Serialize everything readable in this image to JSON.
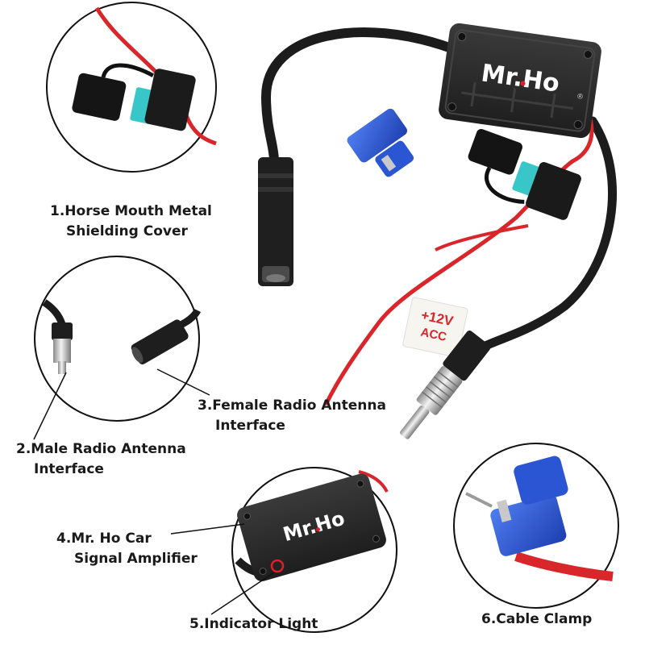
{
  "brand": {
    "logo_text": "Mr.Ho",
    "logo_text_spaced": "Mr. Ho",
    "registered_mark": "®"
  },
  "power_tag": {
    "line1": "+12V",
    "line2": "ACC"
  },
  "callouts": [
    {
      "number": "1",
      "line1": "1.Horse Mouth Metal",
      "line2": "Shielding Cover"
    },
    {
      "number": "2",
      "line1": "2.Male Radio Antenna",
      "line2": "Interface"
    },
    {
      "number": "3",
      "line1": "3.Female Radio Antenna",
      "line2": "Interface"
    },
    {
      "number": "4",
      "line1": "4.Mr. Ho Car",
      "line2": "Signal Amplifier"
    },
    {
      "number": "5",
      "line1": "5.Indicator Light"
    },
    {
      "number": "6",
      "line1": "6.Cable Clamp"
    }
  ],
  "colors": {
    "amplifier_body": "#2a2a2a",
    "cable_black": "#1c1c1c",
    "wire_red": "#d9262b",
    "fuse_teal": "#39c6c9",
    "clamp_blue": "#2a56d4",
    "indicator_ring": "#e01e2a",
    "logo_dot": "#e01e2a",
    "label_text": "#1a1a1a"
  },
  "icons": [
    "fuse-holder-icon",
    "male-antenna-plug-icon",
    "female-antenna-socket-icon",
    "amplifier-box-icon",
    "indicator-light-icon",
    "cable-clamp-icon"
  ]
}
